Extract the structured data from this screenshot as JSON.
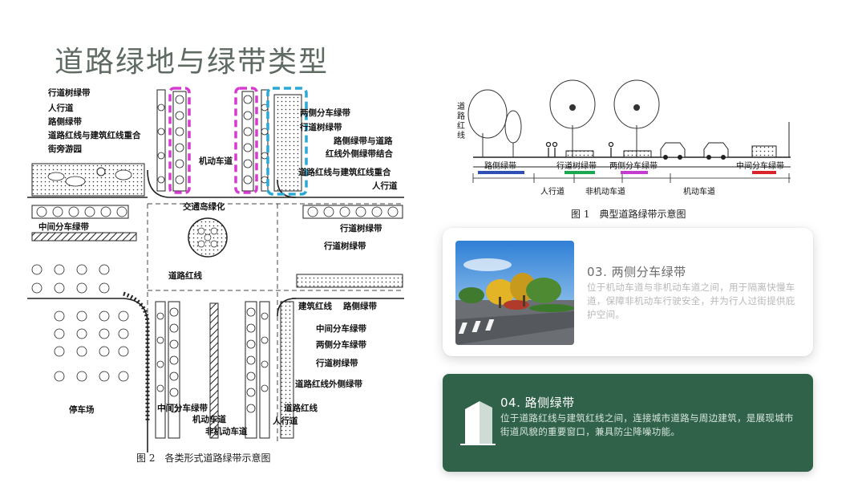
{
  "page": {
    "title": "道路绿地与绿带类型"
  },
  "figure2": {
    "caption": "图 2　各类形式道路绿带示意图",
    "labels": {
      "xingdaoshu1": "行道树绿带",
      "renxingdao1": "人行道",
      "luce1": "路侧绿带",
      "chonghe1": "道路红线与建筑红线重合",
      "jiepang": "街旁游园",
      "liangce1": "两侧分车绿带",
      "xingdaoshu2": "行道树绿带",
      "luce_jiehe": "路侧绿带与道路",
      "hongxian_waice_jiehe": "红线外侧绿带结合",
      "jidong1": "机动车道",
      "chonghe2": "道路红线与建筑红线重合",
      "renxingdao2": "人行道",
      "jiaotongdao": "交通岛绿化",
      "zhongjian1": "中间分车绿带",
      "xingdaoshu3": "行道树绿带",
      "xingdaoshu4": "行道树绿带",
      "daoluhongxian1": "道路红线",
      "jianzhuhongxian": "建筑红线",
      "luce2": "路侧绿带",
      "zhongjian2": "中间分车绿带",
      "liangce2": "两侧分车绿带",
      "xingdaoshu5": "行道树绿带",
      "hongxian_waice": "道路红线外侧绿带",
      "tingche": "停车场",
      "zhongjian3": "中间分车绿带",
      "jidong2": "机动车道",
      "feijidong": "非机动车道",
      "renxingdao3": "人行道",
      "daoluhongxian2": "道路红线"
    }
  },
  "figure1": {
    "caption": "图 1　典型道路绿带示意图",
    "labels": {
      "hongxian_vertical": "道路红线",
      "luce": "路侧绿带",
      "xingdaoshu": "行道树绿带",
      "liangce": "两侧分车绿带",
      "zhongjian": "中间分车绿带",
      "renxingdao": "人行道",
      "feijidong": "非机动车道",
      "jidong": "机动车道"
    }
  },
  "card03": {
    "title": "03. 两侧分车绿带",
    "text": "位于机动车道与非机动车道之间，用于隔离快慢车道，保障非机动车行驶安全，并为行人过街提供庇护空间。"
  },
  "card04": {
    "title": "04. 路侧绿带",
    "text": "位于道路红线与建筑红线之间，连接城市道路与周边建筑，是展现城市街道风貌的重要窗口，兼具防尘降噪功能。"
  },
  "colors": {
    "card_green": "#30624a",
    "magenta_dash": "#d63bd0",
    "cyan_dash": "#2aa9d6",
    "blue_bar": "#2e4fb5",
    "green_bar": "#1aa84e",
    "magenta_bar": "#c23ccf",
    "red_bar": "#d9232a"
  }
}
